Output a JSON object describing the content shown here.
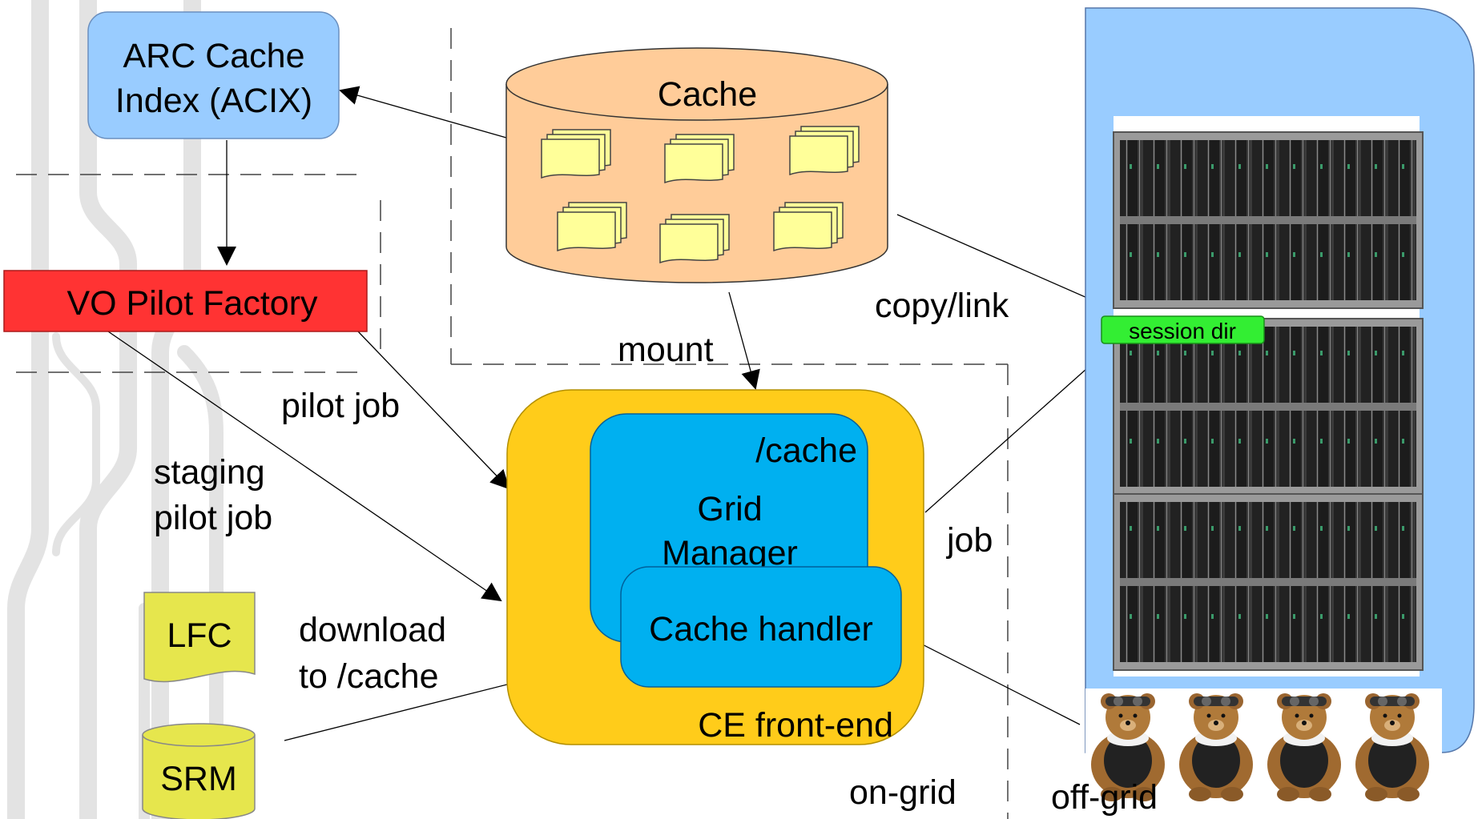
{
  "colors": {
    "acix_fill": "#99ccff",
    "pilot_factory_fill": "#ff3333",
    "cache_fill": "#ffcc99",
    "file_fill": "#ffff99",
    "ce_fill": "#ffcc1a",
    "grid_manager_fill": "#00b0f0",
    "cluster_fill": "#99ccff",
    "session_fill": "#33ee33",
    "storage_fill": "#e6e64d"
  },
  "nodes": {
    "acix": {
      "line1": "ARC Cache",
      "line2": "Index (ACIX)"
    },
    "pilot_factory": "VO Pilot Factory",
    "cache": "Cache",
    "ce": {
      "cache_path": "/cache",
      "grid_manager_line1": "Grid",
      "grid_manager_line2": "Manager",
      "cache_handler": "Cache handler",
      "frontend": "CE front-end"
    },
    "session_dir": "session dir",
    "lfc": "LFC",
    "srm": "SRM"
  },
  "edges": {
    "copy_link": "copy/link",
    "mount": "mount",
    "pilot_job": "pilot job",
    "staging_line1": "staging",
    "staging_line2": "pilot job",
    "job": "job",
    "download_line1": "download",
    "download_line2": "to /cache"
  },
  "zones": {
    "on_grid": "on-grid",
    "off_grid": "off-grid"
  },
  "icons": {
    "servers": "server-rack-icon",
    "users": "teddy-bear-pilot-icon"
  }
}
